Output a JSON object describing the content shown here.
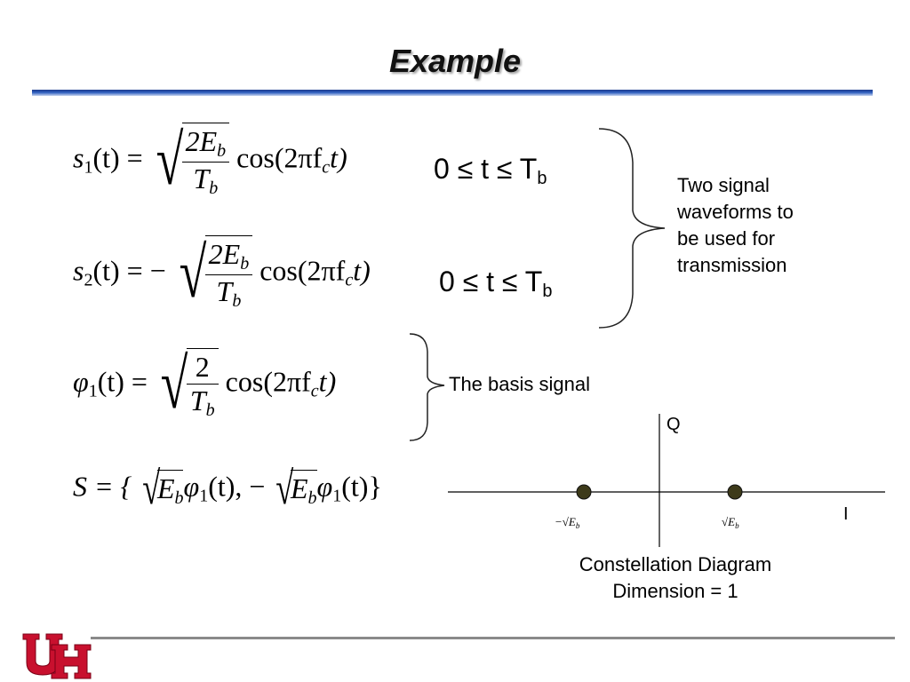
{
  "slide": {
    "title": "Example"
  },
  "equations": {
    "s1": {
      "lhs_symbol": "s",
      "lhs_sub": "1",
      "lhs_arg": "(t) =",
      "frac_num": "2E",
      "frac_num_sub": "b",
      "frac_den": "T",
      "frac_den_sub": "b",
      "tail": "cos(2πf",
      "tail_sub": "c",
      "tail_end": "t)",
      "condition": "0  ≤ t ≤ T",
      "condition_sub": "b"
    },
    "s2": {
      "lhs_symbol": "s",
      "lhs_sub": "2",
      "lhs_arg": "(t) = −",
      "frac_num": "2E",
      "frac_num_sub": "b",
      "frac_den": "T",
      "frac_den_sub": "b",
      "tail": "cos(2πf",
      "tail_sub": "c",
      "tail_end": "t)",
      "condition": "0  ≤ t ≤ T",
      "condition_sub": "b"
    },
    "phi1": {
      "lhs_symbol": "φ",
      "lhs_sub": "1",
      "lhs_arg": "(t) =",
      "frac_num": "2",
      "frac_den": "T",
      "frac_den_sub": "b",
      "tail": "cos(2πf",
      "tail_sub": "c",
      "tail_end": "t)"
    },
    "set": {
      "lhs": "S = {",
      "e1": "E",
      "e1_sub": "b",
      "p1": "φ",
      "p1_sub": "1",
      "p1_arg": "(t), −",
      "e2": "E",
      "e2_sub": "b",
      "p2": "φ",
      "p2_sub": "1",
      "p2_arg": "(t)}"
    }
  },
  "annotations": {
    "waveforms_note": "Two signal\nwaveforms to\nbe used for\ntransmission",
    "basis_note": "The basis signal"
  },
  "constellation": {
    "q_label": "Q",
    "i_label": "I",
    "neg_point_label": "−√E",
    "neg_point_sub": "b",
    "pos_point_label": "√E",
    "pos_point_sub": "b",
    "point_color": "#3d3a1a",
    "caption_line1": "Constellation Diagram",
    "caption_line2": "Dimension = 1"
  },
  "colors": {
    "title_rule": "#1c3a8c",
    "logo_red": "#c8102e"
  }
}
